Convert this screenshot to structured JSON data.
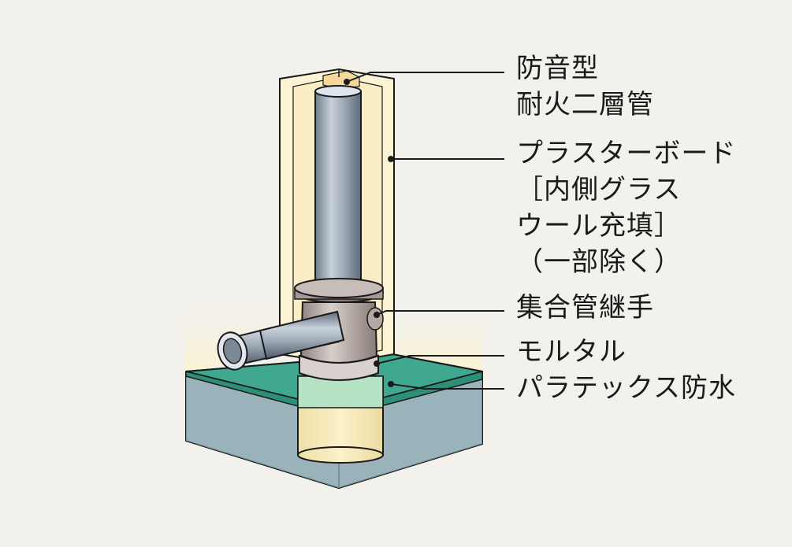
{
  "labels": {
    "pipe_line1": "防音型",
    "pipe_line2": "耐火二層管",
    "board_line1": "プラスターボード",
    "board_line2": "［内側グラス",
    "board_line3": "ウール充填］",
    "board_line4": "（一部除く）",
    "joint": "集合管継手",
    "mortar": "モルタル",
    "waterproof": "パラテックス防水"
  },
  "colors": {
    "background": "#f2f1ec",
    "board": "#fdf4d6",
    "glass_wool": "#f6d99a",
    "pipe": "#9aa6b4",
    "joint": "#b9ada8",
    "waterproof_top": "#3fa88e",
    "waterproof_side": "#8aa7b0",
    "mortar": "#c8ead2"
  }
}
